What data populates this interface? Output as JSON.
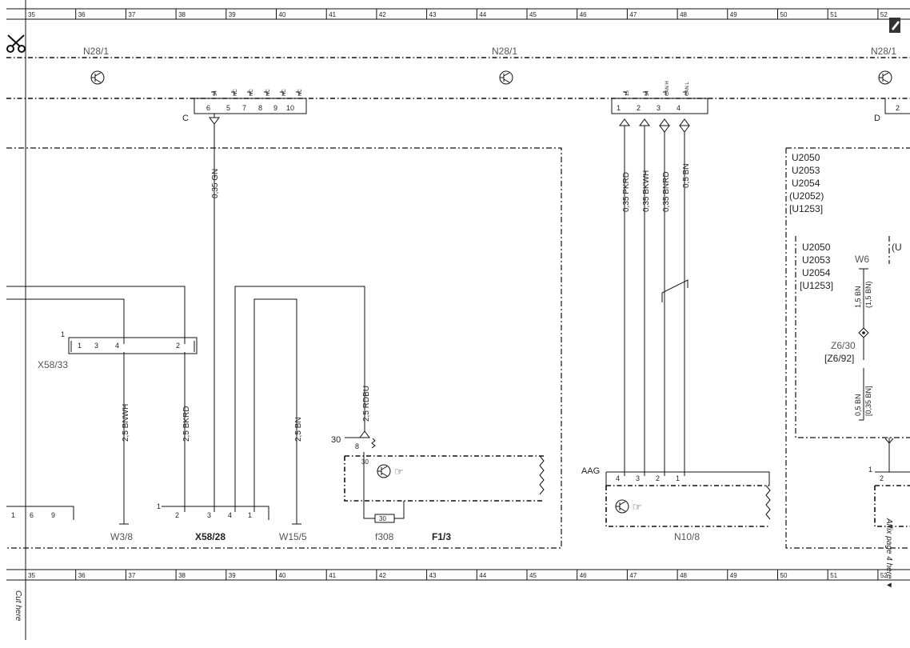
{
  "ruler": {
    "numbers": [
      "35",
      "36",
      "37",
      "38",
      "39",
      "40",
      "41",
      "42",
      "43",
      "44",
      "45",
      "46",
      "47",
      "48",
      "49",
      "50",
      "51",
      "52"
    ]
  },
  "margin": {
    "cut_here": "Cut here",
    "affix_page": "Affix page 4 here ▼"
  },
  "module_labels": {
    "left": "N28/1",
    "center": "N28/1",
    "right": "N28/1"
  },
  "connector_c": {
    "letter": "C",
    "pins": [
      "6",
      "5",
      "7",
      "8",
      "9",
      "10"
    ],
    "pin_labels": [
      "54",
      "NC",
      "NC",
      "NC",
      "NC",
      "NC"
    ]
  },
  "connector_c2": {
    "pins": [
      "1",
      "2",
      "3",
      "4"
    ],
    "pin_labels": [
      "15",
      "54",
      "CAN H",
      "CAN L"
    ]
  },
  "connector_d": {
    "letter": "D",
    "pin": "2"
  },
  "wires": {
    "c6": "0,35 GN",
    "w47": "0,35 PKRD",
    "w47b": "0,35 BKWH",
    "w48a": "0,35 BNRD",
    "w48b": "0,5 BN",
    "x58_33_4": "2,5 BNWH",
    "x58_33_2": "2,5 BKRD",
    "w15": "2,5 BN",
    "f13": "2,5 RDBU",
    "w6a": "1,5 BN",
    "w6b": "(1,5 BN)",
    "z6a": "0,5 BN",
    "z6b": "[0,35 BN]"
  },
  "x58_33": {
    "label": "X58/33",
    "pin_1": "1",
    "pins": [
      "1",
      "3",
      "4",
      "2"
    ]
  },
  "x58_28": {
    "label": "X58/28",
    "pins": [
      "2",
      "3",
      "4",
      "1"
    ],
    "lead": "1"
  },
  "left_conn": {
    "pins": [
      "1",
      "6",
      "9"
    ]
  },
  "grounds": {
    "w3": "W3/8",
    "w15": "W15/5"
  },
  "fuse": {
    "label": "f308",
    "value": "30",
    "box": "F1/3",
    "pin_top": "8",
    "pin_30": "30",
    "term_30": "30"
  },
  "n10": {
    "aag": "AAG",
    "pins": [
      "4",
      "3",
      "2",
      "1"
    ],
    "label": "N10/8"
  },
  "codes_outer": [
    "U2050",
    "U2053",
    "U2054",
    "(U2052)",
    "[U1253]"
  ],
  "codes_inner": [
    "U2050",
    "U2053",
    "U2054",
    "[U1253]"
  ],
  "right_cut": "(U",
  "w6": "W6",
  "z6": {
    "a": "Z6/30",
    "b": "[Z6/92]"
  },
  "right_conn": {
    "pin_1": "1",
    "pin_2": "2"
  }
}
